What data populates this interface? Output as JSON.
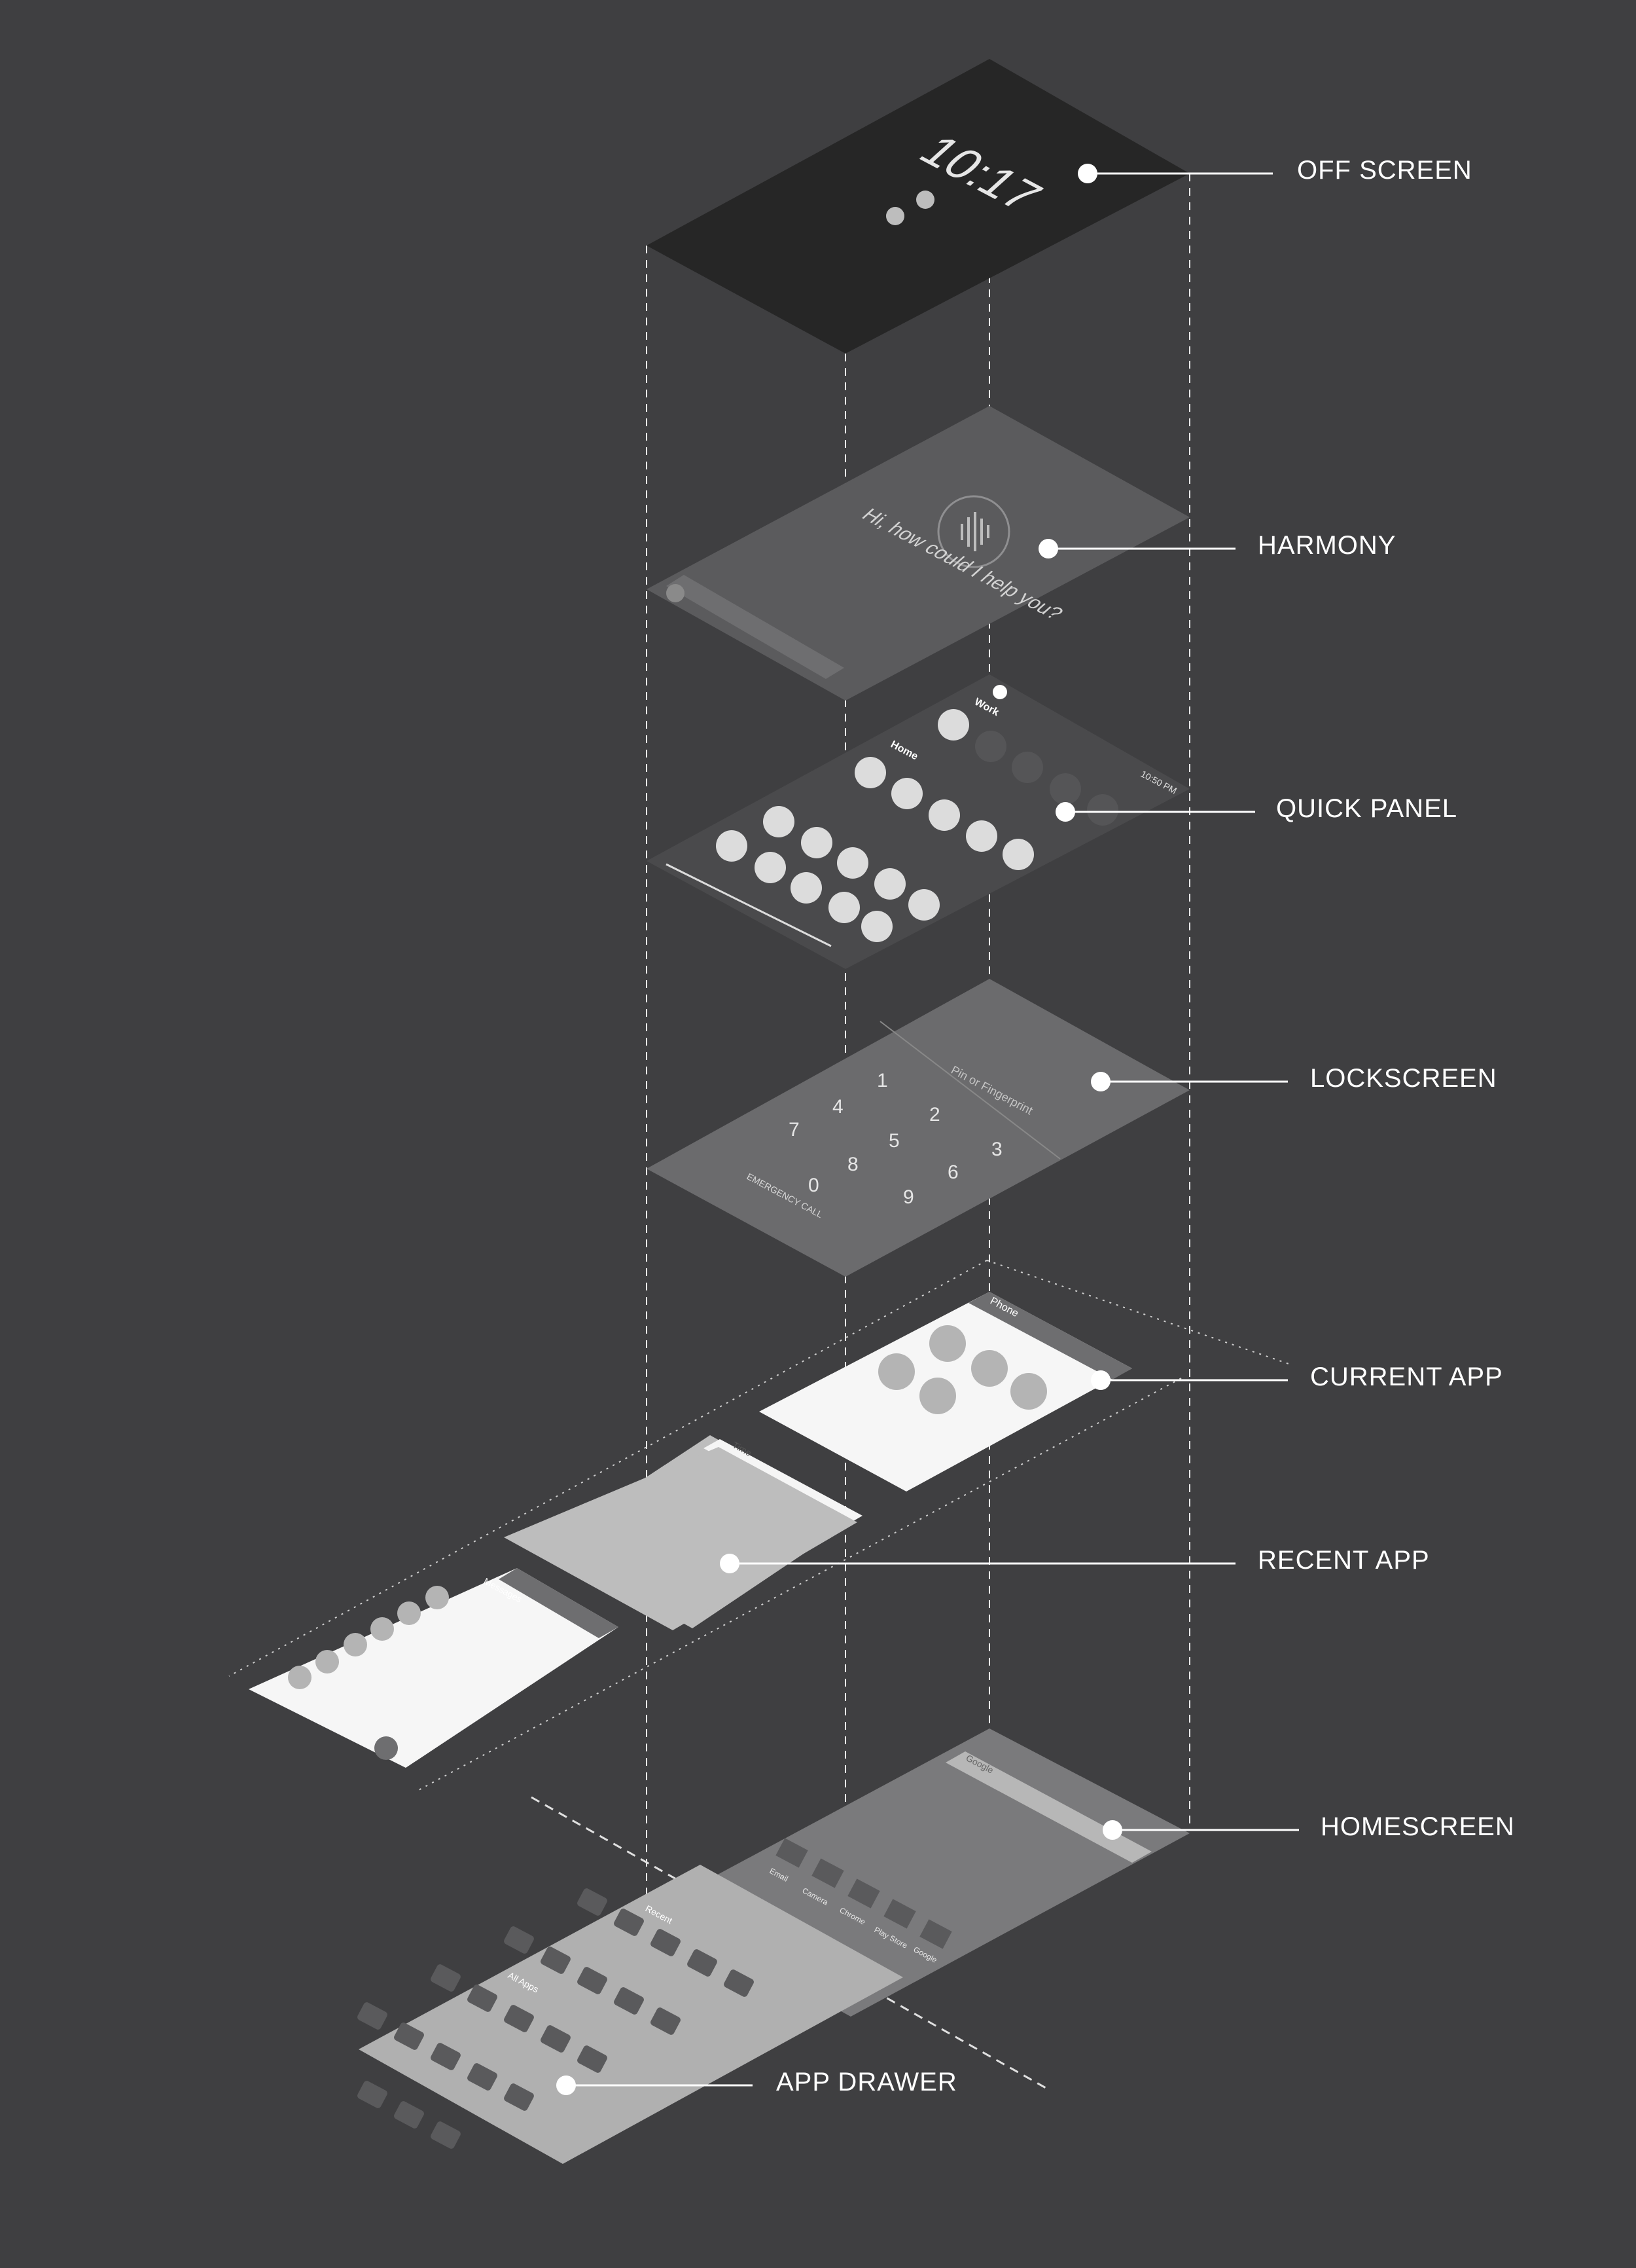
{
  "layers": {
    "off_screen": {
      "label": "OFF SCREEN",
      "time": "10:17"
    },
    "harmony": {
      "label": "HARMONY",
      "prompt": "Hi, how could I help you?"
    },
    "quick_panel": {
      "label": "QUICK PANEL",
      "work": "Work",
      "home": "Home",
      "clock": "10:50 PM"
    },
    "lockscreen": {
      "label": "LOCKSCREEN",
      "hint": "Pin or Fingerprint",
      "emergency": "EMERGENCY CALL",
      "keys": [
        "1",
        "2",
        "3",
        "4",
        "5",
        "6",
        "7",
        "8",
        "9",
        "0"
      ]
    },
    "current_app": {
      "label": "CURRENT APP",
      "title": "Phone"
    },
    "recent_app": {
      "label": "RECENT APP",
      "app1_title": "Messages",
      "app2_title": "Time"
    },
    "homescreen": {
      "label": "HOMESCREEN",
      "search": "Google",
      "apps": [
        "Email",
        "Camera",
        "Chrome",
        "Play Store",
        "Google"
      ]
    },
    "app_drawer": {
      "label": "APP DRAWER",
      "recent": "Recent",
      "all_apps": "All Apps"
    }
  }
}
